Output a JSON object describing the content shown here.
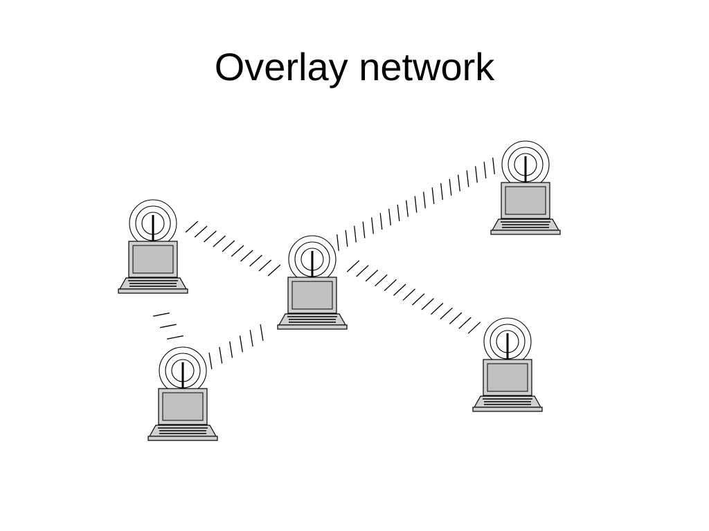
{
  "slide": {
    "title": "Overlay network"
  },
  "diagram": {
    "node_icon": "wireless-laptop-icon",
    "link_style": "dashed-radio-waves",
    "colors": {
      "screen_fill": "#c0c0c0",
      "body_fill": "#d0d0d0",
      "stroke": "#000000",
      "background": "#ffffff"
    },
    "nodes": [
      {
        "id": "node-left"
      },
      {
        "id": "node-center"
      },
      {
        "id": "node-top-right"
      },
      {
        "id": "node-bottom-left"
      },
      {
        "id": "node-bottom-right"
      }
    ],
    "links": [
      {
        "from": "node-left",
        "to": "node-center"
      },
      {
        "from": "node-center",
        "to": "node-top-right"
      },
      {
        "from": "node-center",
        "to": "node-bottom-right"
      },
      {
        "from": "node-center",
        "to": "node-bottom-left"
      },
      {
        "from": "node-left",
        "to": "node-bottom-left"
      }
    ]
  }
}
